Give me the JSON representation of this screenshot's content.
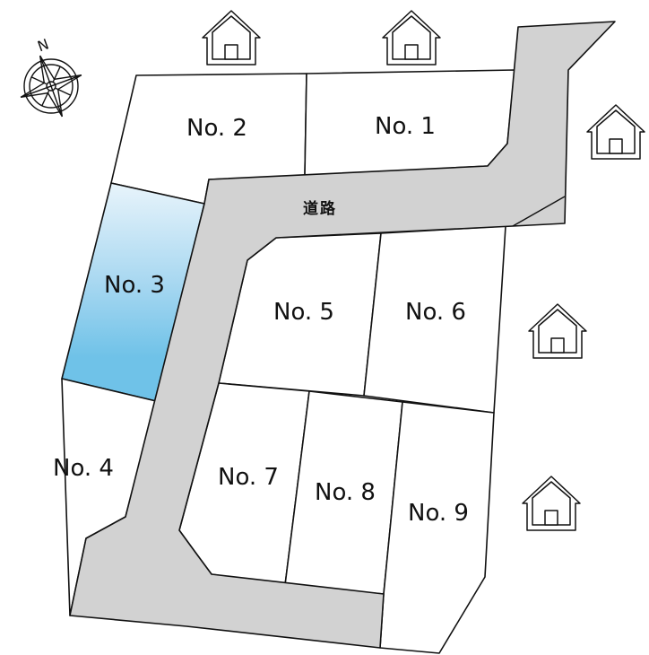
{
  "compass": {
    "north_label": "N",
    "icon": "compass-rose-icon"
  },
  "road": {
    "label": "道路",
    "fill": "#d2d2d2"
  },
  "highlight": {
    "lot": "No. 3",
    "color_top": "#e8f4fb",
    "color_bottom": "#6fc2e8"
  },
  "lots": [
    {
      "id": "lot-1",
      "label": "No. 1"
    },
    {
      "id": "lot-2",
      "label": "No. 2"
    },
    {
      "id": "lot-3",
      "label": "No. 3",
      "highlighted": true
    },
    {
      "id": "lot-4",
      "label": "No. 4"
    },
    {
      "id": "lot-5",
      "label": "No. 5"
    },
    {
      "id": "lot-6",
      "label": "No. 6"
    },
    {
      "id": "lot-7",
      "label": "No. 7"
    },
    {
      "id": "lot-8",
      "label": "No. 8"
    },
    {
      "id": "lot-9",
      "label": "No. 9"
    }
  ],
  "neighbors": {
    "icon": "house-icon",
    "count": 5
  }
}
